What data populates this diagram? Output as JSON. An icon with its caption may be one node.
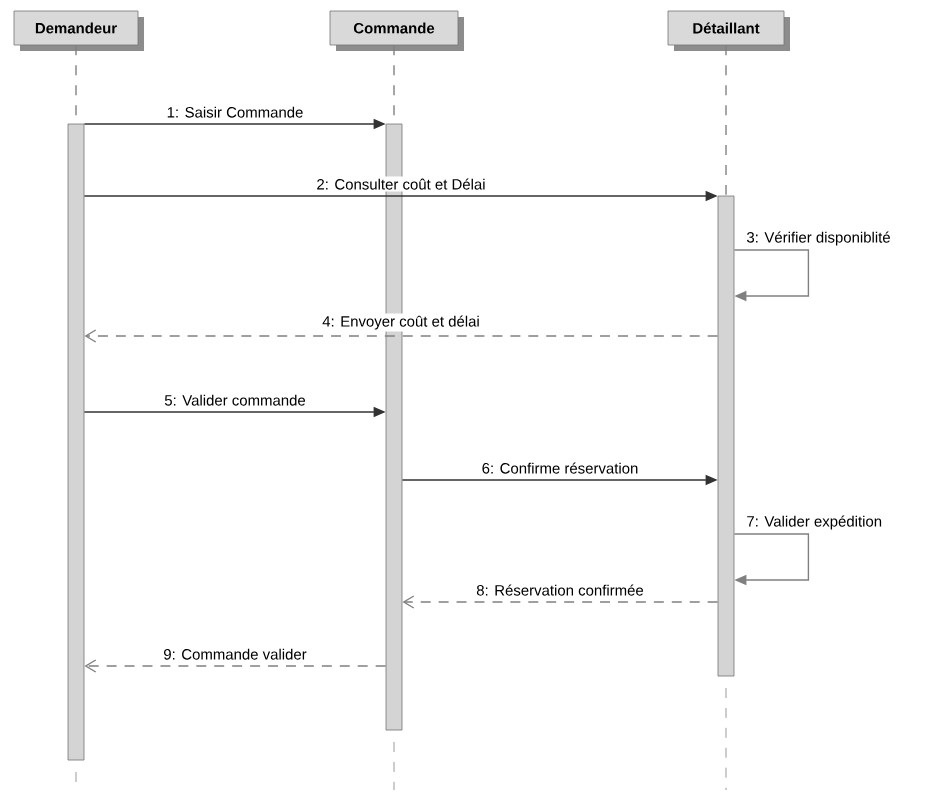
{
  "diagram": {
    "nodes": [
      {
        "text": [
          "Demandeur"
        ]
      },
      {
        "text": [
          "Commande"
        ]
      },
      {
        "text": [
          "Détaillant"
        ]
      },
      {
        "text": [],
        "shape": "bar"
      },
      {
        "text": [],
        "shape": "bar"
      },
      {
        "text": [],
        "shape": "bar"
      }
    ],
    "edges": [
      {
        "from": 0,
        "to": 3,
        "arrow": "none",
        "style": "dashed"
      },
      {
        "from": 1,
        "to": 4,
        "arrow": "none",
        "style": "dashed"
      },
      {
        "from": 2,
        "to": 5,
        "arrow": "none",
        "style": "dashed"
      },
      {
        "from": 3,
        "to": 4,
        "arrow": "to",
        "label": "1: Saisir Commande",
        "color": "#333333"
      },
      {
        "from": 3,
        "to": 5,
        "arrow": "to",
        "label": "2: Consulter coût et Délai",
        "color": "#333333"
      },
      {
        "from": 5,
        "to": 5,
        "arrow": "to",
        "label": "3: Vérifier disponiblité"
      },
      {
        "from": 5,
        "to": 3,
        "arrow": "to",
        "label": "4: Envoyer coût et délai",
        "style": "dashed"
      },
      {
        "from": 3,
        "to": 4,
        "arrow": "to",
        "label": "5: Valider commande",
        "color": "#333333"
      },
      {
        "from": 4,
        "to": 5,
        "arrow": "to",
        "label": "6: Confirme réservation",
        "color": "#333333"
      },
      {
        "from": 5,
        "to": 5,
        "arrow": "to",
        "label": "7: Valider expédition"
      },
      {
        "from": 5,
        "to": 4,
        "arrow": "to",
        "label": "8: Réservation confirmée",
        "style": "dashed"
      },
      {
        "from": 4,
        "to": 3,
        "arrow": "to",
        "label": "9: Commande valider",
        "style": "dashed"
      }
    ]
  }
}
